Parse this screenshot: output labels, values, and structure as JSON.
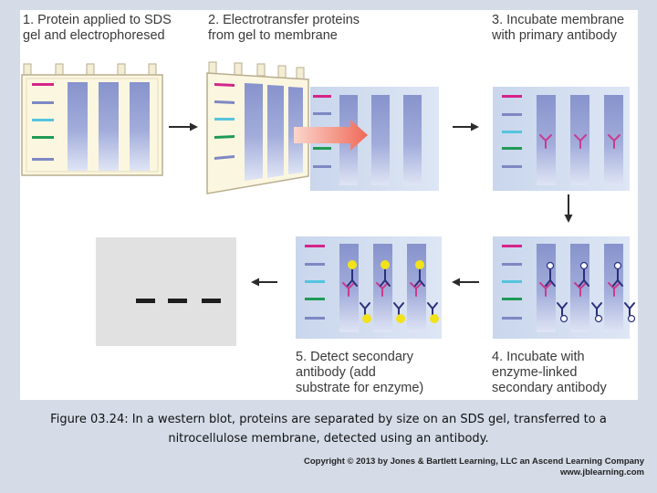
{
  "steps": {
    "step1": "1. Protein applied to SDS\ngel and electrophoresed",
    "step2": "2. Electrotransfer proteins\nfrom gel to membrane",
    "step3": "3. Incubate membrane\nwith primary antibody",
    "step4": "4. Incubate with\nenzyme-linked\nsecondary antibody",
    "step5": "5. Detect secondary\nantibody (add\nsubstrate for enzyme)"
  },
  "caption": "Figure 03.24: In a western blot, proteins are separated by size on an SDS gel, transferred to a nitrocellulose membrane, detected using an antibody.",
  "copyright": {
    "line1": "Copyright © 2013 by Jones & Bartlett Learning, LLC an Ascend Learning Company",
    "line2": "www.jblearning.com"
  },
  "colors": {
    "background": "#d5dce8",
    "gel": "#fbf6df",
    "gel_border": "#b9ae90",
    "lane": "#8f9bd0",
    "membrane": "#d4e0f0",
    "band_magenta": "#d4248a",
    "band_lavender": "#7d88c4",
    "band_cyan": "#55c4df",
    "band_green": "#1f9a55",
    "primary_antibody": "#c83c8e",
    "secondary_antibody": "#2a2f7c",
    "detect_yellow": "#f2e21a",
    "film": "#e1e1e1",
    "arrow": "#2b2b2b",
    "transfer_arrow": "#f07a6b"
  }
}
